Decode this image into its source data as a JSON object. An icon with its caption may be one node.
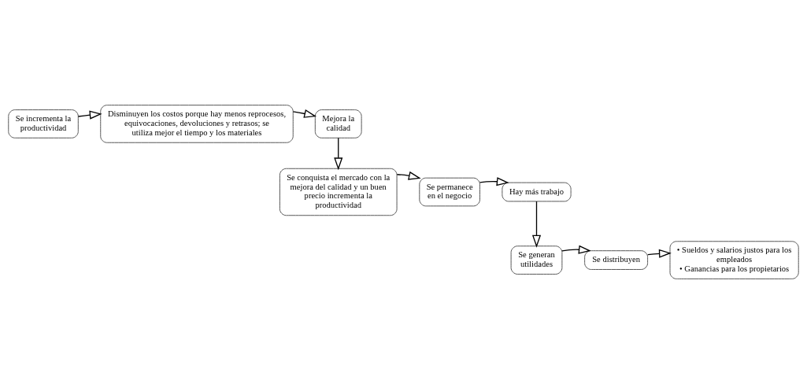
{
  "diagram": {
    "nodes": [
      {
        "text": [
          "Se incrementa la productividad"
        ]
      },
      {
        "text": [
          "Disminuyen los costos porque hay menos reprocesos, equivocaciones, devoluciones y retrasos; se utiliza mejor el tiempo y los materiales"
        ]
      },
      {
        "text": [
          "Mejora la calidad"
        ]
      },
      {
        "text": [
          "Se conquista el mercado con la mejora del calidad y un buen precio incrementa la productividad"
        ]
      },
      {
        "text": [
          "Se permanece en el negocio"
        ]
      },
      {
        "text": [
          "Hay más trabajo"
        ]
      },
      {
        "text": [
          "Se generan utilidades"
        ]
      },
      {
        "text": [
          "Se distribuyen"
        ]
      },
      {
        "text": [
          "• Sueldos y salarios justos para los empleados",
          "• Ganancias para los propietarios"
        ]
      }
    ],
    "edges": [
      {
        "from": 0,
        "to": 1,
        "arrow": "to"
      },
      {
        "from": 1,
        "to": 2,
        "arrow": "to"
      },
      {
        "from": 2,
        "to": 3,
        "arrow": "to"
      },
      {
        "from": 3,
        "to": 4,
        "arrow": "to"
      },
      {
        "from": 4,
        "to": 5,
        "arrow": "to"
      },
      {
        "from": 5,
        "to": 6,
        "arrow": "to"
      },
      {
        "from": 6,
        "to": 7,
        "arrow": "to"
      },
      {
        "from": 7,
        "to": 8,
        "arrow": "to"
      }
    ]
  }
}
